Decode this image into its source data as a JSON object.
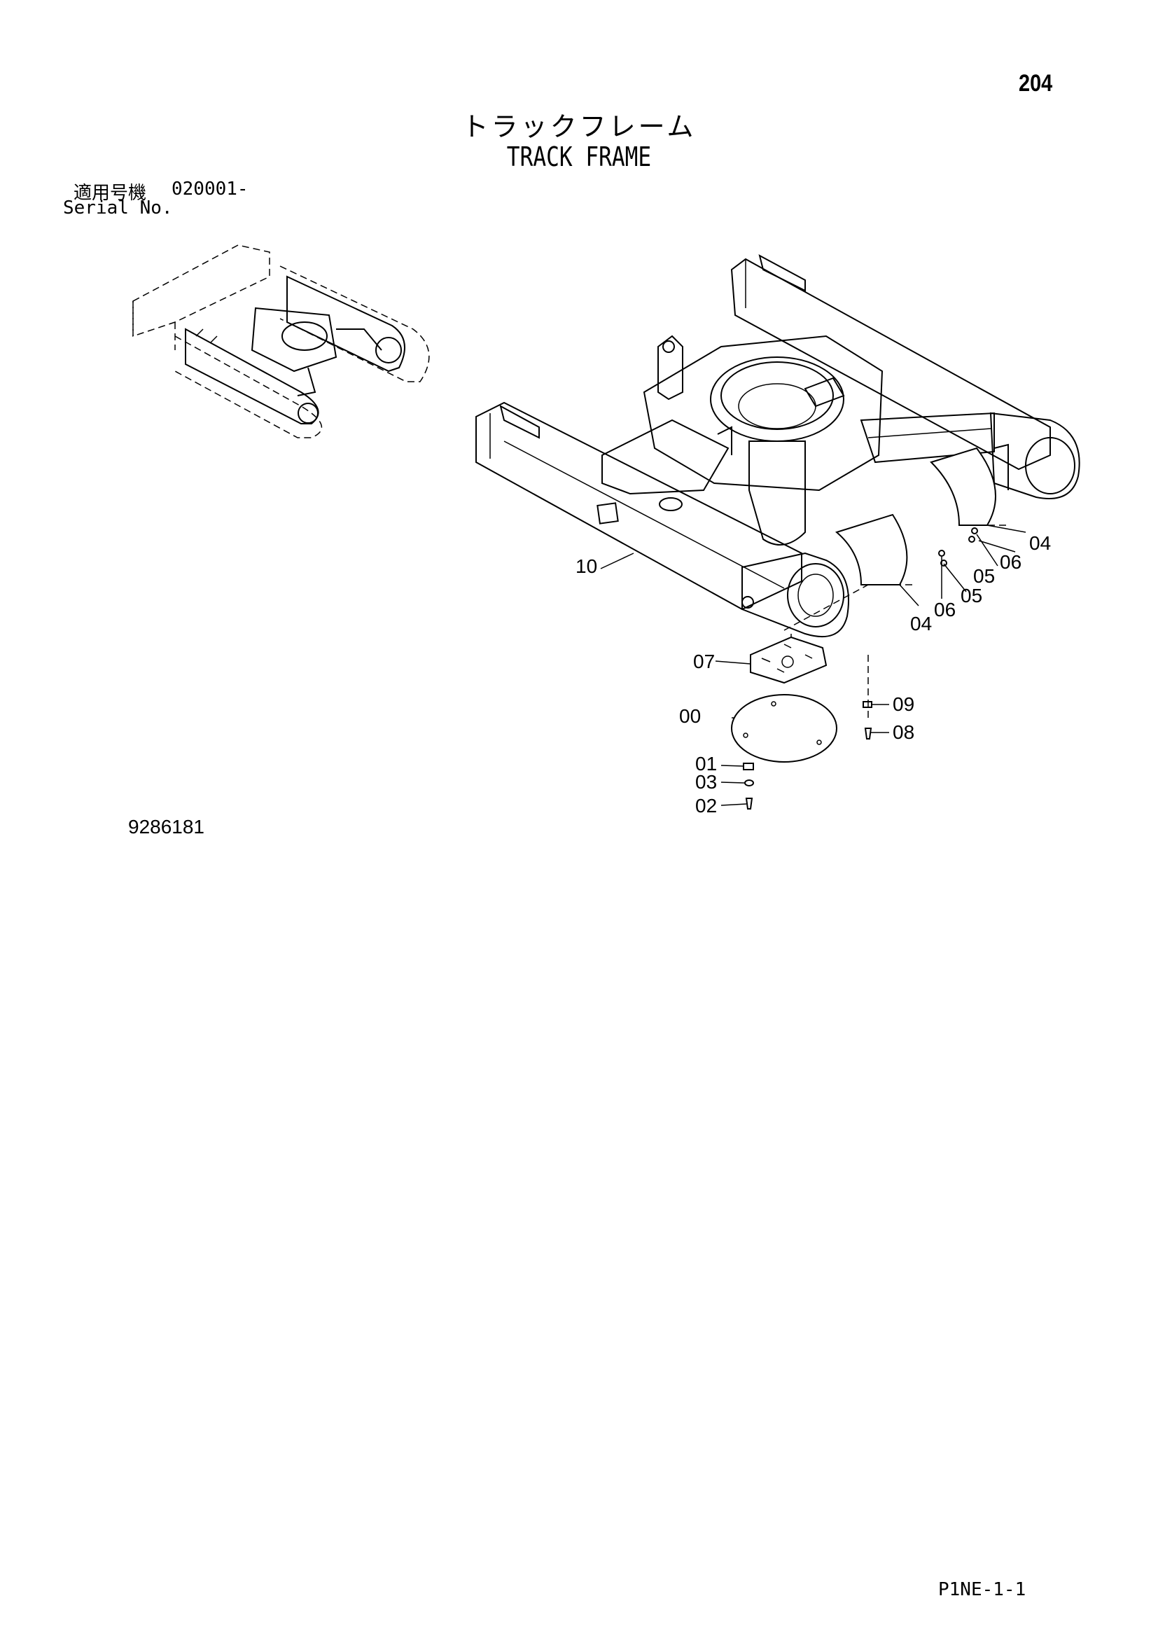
{
  "page_number": "204",
  "title_jp": "トラックフレーム",
  "title_en": "TRACK FRAME",
  "serial": {
    "label_jp": "適用号機",
    "value": "020001-",
    "label_en": "Serial No."
  },
  "drawing_number": "9286181",
  "page_code": "P1NE-1-1",
  "callouts": {
    "c10": "10",
    "c04a": "04",
    "c06a": "06",
    "c05a": "05",
    "c04b": "04",
    "c06b": "06",
    "c05b": "05",
    "c07": "07",
    "c00": "00",
    "c01": "01",
    "c03": "03",
    "c02": "02",
    "c09": "09",
    "c08": "08"
  }
}
